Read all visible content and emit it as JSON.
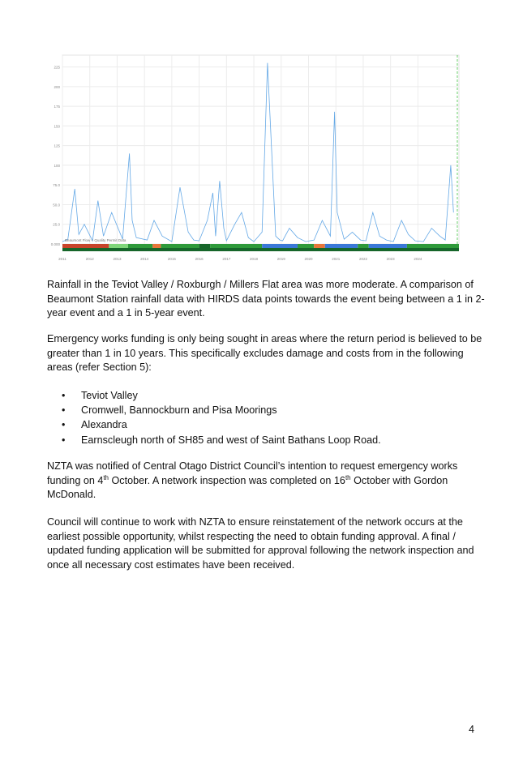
{
  "chart_data": {
    "type": "line",
    "y_ticks": [
      "225",
      "200",
      "175",
      "150",
      "125",
      "100",
      "75.0",
      "50.0",
      "25.0",
      "0.000"
    ],
    "ylim": [
      0,
      240
    ],
    "x_ticks": [
      "2011",
      "2012",
      "2013",
      "2014",
      "2015",
      "2016",
      "2017",
      "2018",
      "2019",
      "2020",
      "2021",
      "2022",
      "2023",
      "2024"
    ],
    "xlim": [
      2011,
      2025.5
    ],
    "legend_text": "Beaumont Flow + Quality Permit Data",
    "series": [
      {
        "color": "#64a8e6",
        "x": [
          2011.0,
          2011.2,
          2011.45,
          2011.6,
          2011.8,
          2012.1,
          2012.3,
          2012.5,
          2012.8,
          2013.2,
          2013.45,
          2013.55,
          2013.7,
          2014.1,
          2014.35,
          2014.65,
          2015.0,
          2015.3,
          2015.6,
          2015.8,
          2016.0,
          2016.3,
          2016.5,
          2016.6,
          2016.75,
          2016.9,
          2017.0,
          2017.3,
          2017.55,
          2017.8,
          2018.0,
          2018.3,
          2018.5,
          2018.8,
          2018.95,
          2019.05,
          2019.3,
          2019.6,
          2019.9,
          2020.2,
          2020.5,
          2020.8,
          2020.95,
          2021.05,
          2021.3,
          2021.6,
          2021.9,
          2022.1,
          2022.35,
          2022.6,
          2022.85,
          2023.1,
          2023.4,
          2023.65,
          2023.9,
          2024.2,
          2024.5,
          2024.8,
          2025.0,
          2025.2,
          2025.3
        ],
        "y": [
          3,
          6,
          70,
          12,
          25,
          4,
          55,
          10,
          40,
          6,
          115,
          30,
          8,
          5,
          30,
          10,
          3,
          72,
          15,
          5,
          4,
          30,
          65,
          10,
          80,
          20,
          4,
          25,
          40,
          8,
          3,
          15,
          230,
          10,
          5,
          4,
          20,
          8,
          3,
          5,
          30,
          10,
          168,
          40,
          6,
          15,
          5,
          4,
          40,
          10,
          5,
          3,
          30,
          12,
          4,
          3,
          20,
          10,
          5,
          100,
          40
        ]
      }
    ]
  },
  "paragraphs": {
    "p1": "Rainfall in the Teviot Valley / Roxburgh / Millers Flat area was more moderate. A comparison of Beaumont Station rainfall data with HIRDS data points towards the event being between a 1 in 2-year event and a 1 in 5-year event.",
    "p2": "Emergency works funding is only being sought in areas where the return period is believed to be greater than 1 in 10 years. This specifically excludes damage and costs from in the following areas (refer Section 5):",
    "p3_a": "NZTA was notified of Central Otago District Council’s intention to request emergency works funding on 4",
    "p3_sup1": "th",
    "p3_b": " October. A network inspection was completed on 16",
    "p3_sup2": "th",
    "p3_c": " October with Gordon McDonald.",
    "p4": "Council will continue to work with NZTA to ensure reinstatement of the network occurs at the earliest possible opportunity, whilst respecting the need to obtain funding approval. A final / updated funding application will be submitted for approval following the network inspection and once all necessary cost estimates have been received."
  },
  "bullet_glyph": "•",
  "bullets": [
    "Teviot Valley",
    "Cromwell, Bannockburn and Pisa Moorings",
    "Alexandra",
    "Earnscleugh north of SH85 and west of Saint Bathans Loop Road."
  ],
  "page_number": "4",
  "colors": {
    "series": "#64a8e6",
    "band_green": "#2e9a3a",
    "band_light_green": "#7fd67a",
    "band_blue": "#3a78d8",
    "band_orange": "#e8763a",
    "band_red": "#c8442a",
    "band_dark_green": "#16662a",
    "marker_green": "#44c344"
  }
}
